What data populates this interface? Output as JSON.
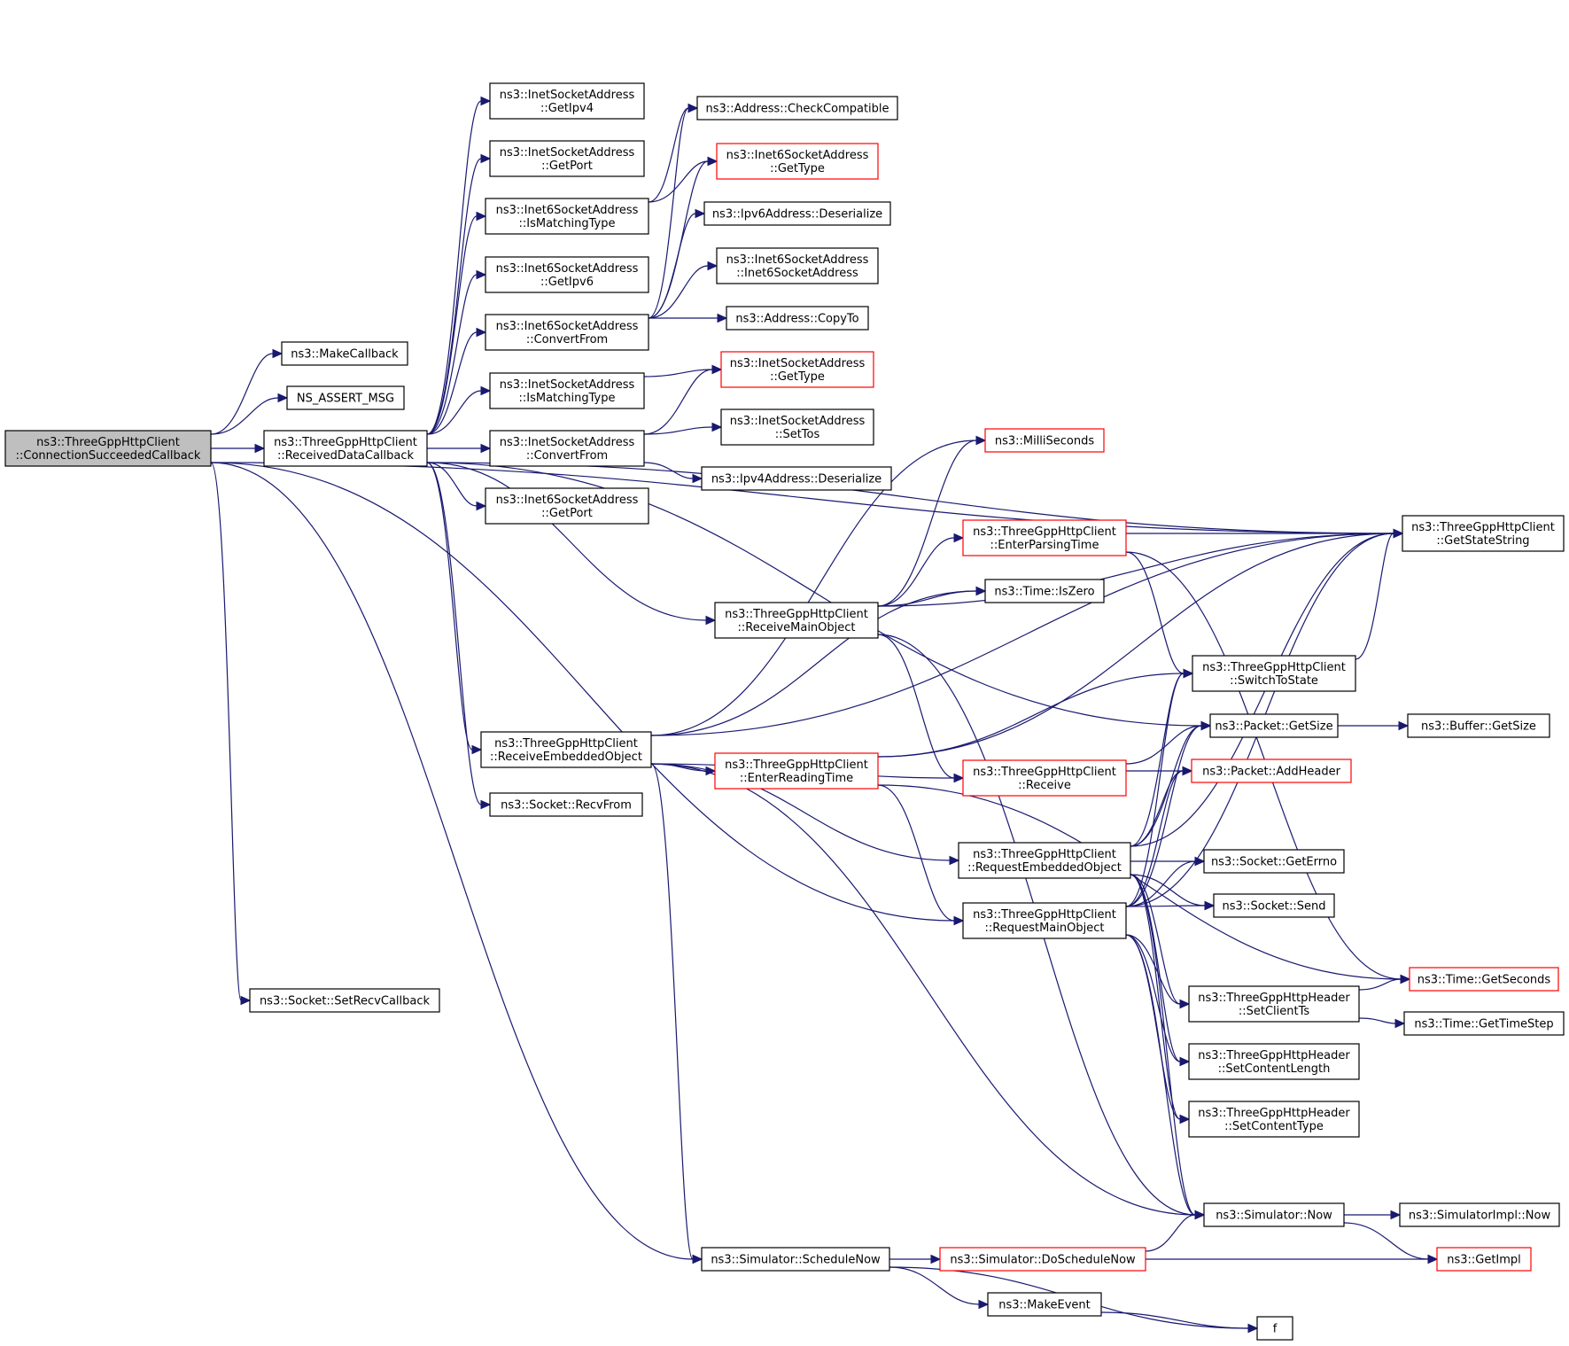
{
  "colors": {
    "edge": "#191970",
    "node_border": "#000000",
    "node_border_truncated": "#ff0000",
    "root_fill": "#bfbfbf",
    "node_fill": "#ffffff"
  },
  "nodes": [
    {
      "id": "root",
      "lines": [
        "ns3::ThreeGppHttpClient",
        "::ConnectionSucceededCallback"
      ],
      "style": "root"
    },
    {
      "id": "make-callback",
      "lines": [
        "ns3::MakeCallback"
      ],
      "style": "normal"
    },
    {
      "id": "ns-assert-msg",
      "lines": [
        "NS_ASSERT_MSG"
      ],
      "style": "normal"
    },
    {
      "id": "received-data-callback",
      "lines": [
        "ns3::ThreeGppHttpClient",
        "::ReceivedDataCallback"
      ],
      "style": "normal"
    },
    {
      "id": "set-recv-callback",
      "lines": [
        "ns3::Socket::SetRecvCallback"
      ],
      "style": "normal"
    },
    {
      "id": "inet-get-ipv4",
      "lines": [
        "ns3::InetSocketAddress",
        "::GetIpv4"
      ],
      "style": "normal"
    },
    {
      "id": "inet-get-port",
      "lines": [
        "ns3::InetSocketAddress",
        "::GetPort"
      ],
      "style": "normal"
    },
    {
      "id": "inet6-is-matching-type",
      "lines": [
        "ns3::Inet6SocketAddress",
        "::IsMatchingType"
      ],
      "style": "normal"
    },
    {
      "id": "inet6-get-ipv6",
      "lines": [
        "ns3::Inet6SocketAddress",
        "::GetIpv6"
      ],
      "style": "normal"
    },
    {
      "id": "inet6-convert-from",
      "lines": [
        "ns3::Inet6SocketAddress",
        "::ConvertFrom"
      ],
      "style": "normal"
    },
    {
      "id": "inet-is-matching-type",
      "lines": [
        "ns3::InetSocketAddress",
        "::IsMatchingType"
      ],
      "style": "normal"
    },
    {
      "id": "inet-convert-from",
      "lines": [
        "ns3::InetSocketAddress",
        "::ConvertFrom"
      ],
      "style": "normal"
    },
    {
      "id": "inet6-get-port",
      "lines": [
        "ns3::Inet6SocketAddress",
        "::GetPort"
      ],
      "style": "normal"
    },
    {
      "id": "address-check-compatible",
      "lines": [
        "ns3::Address::CheckCompatible"
      ],
      "style": "normal"
    },
    {
      "id": "inet6-get-type",
      "lines": [
        "ns3::Inet6SocketAddress",
        "::GetType"
      ],
      "style": "truncated"
    },
    {
      "id": "ipv6-deserialize",
      "lines": [
        "ns3::Ipv6Address::Deserialize"
      ],
      "style": "normal"
    },
    {
      "id": "inet6-ctor",
      "lines": [
        "ns3::Inet6SocketAddress",
        "::Inet6SocketAddress"
      ],
      "style": "normal"
    },
    {
      "id": "address-copy-to",
      "lines": [
        "ns3::Address::CopyTo"
      ],
      "style": "normal"
    },
    {
      "id": "inet-get-type",
      "lines": [
        "ns3::InetSocketAddress",
        "::GetType"
      ],
      "style": "truncated"
    },
    {
      "id": "inet-set-tos",
      "lines": [
        "ns3::InetSocketAddress",
        "::SetTos"
      ],
      "style": "normal"
    },
    {
      "id": "ipv4-deserialize",
      "lines": [
        "ns3::Ipv4Address::Deserialize"
      ],
      "style": "normal"
    },
    {
      "id": "milliseconds",
      "lines": [
        "ns3::MilliSeconds"
      ],
      "style": "truncated"
    },
    {
      "id": "enter-parsing-time",
      "lines": [
        "ns3::ThreeGppHttpClient",
        "::EnterParsingTime"
      ],
      "style": "truncated"
    },
    {
      "id": "time-is-zero",
      "lines": [
        "ns3::Time::IsZero"
      ],
      "style": "normal"
    },
    {
      "id": "receive-main-object",
      "lines": [
        "ns3::ThreeGppHttpClient",
        "::ReceiveMainObject"
      ],
      "style": "normal"
    },
    {
      "id": "get-state-string",
      "lines": [
        "ns3::ThreeGppHttpClient",
        "::GetStateString"
      ],
      "style": "normal"
    },
    {
      "id": "switch-to-state",
      "lines": [
        "ns3::ThreeGppHttpClient",
        "::SwitchToState"
      ],
      "style": "normal"
    },
    {
      "id": "packet-get-size",
      "lines": [
        "ns3::Packet::GetSize"
      ],
      "style": "normal"
    },
    {
      "id": "buffer-get-size",
      "lines": [
        "ns3::Buffer::GetSize"
      ],
      "style": "normal"
    },
    {
      "id": "receive-embedded-object",
      "lines": [
        "ns3::ThreeGppHttpClient",
        "::ReceiveEmbeddedObject"
      ],
      "style": "normal"
    },
    {
      "id": "enter-reading-time",
      "lines": [
        "ns3::ThreeGppHttpClient",
        "::EnterReadingTime"
      ],
      "style": "truncated"
    },
    {
      "id": "receive",
      "lines": [
        "ns3::ThreeGppHttpClient",
        "::Receive"
      ],
      "style": "truncated"
    },
    {
      "id": "packet-add-header",
      "lines": [
        "ns3::Packet::AddHeader"
      ],
      "style": "truncated"
    },
    {
      "id": "socket-recv-from",
      "lines": [
        "ns3::Socket::RecvFrom"
      ],
      "style": "normal"
    },
    {
      "id": "request-embedded-object",
      "lines": [
        "ns3::ThreeGppHttpClient",
        "::RequestEmbeddedObject"
      ],
      "style": "normal"
    },
    {
      "id": "socket-get-errno",
      "lines": [
        "ns3::Socket::GetErrno"
      ],
      "style": "normal"
    },
    {
      "id": "request-main-object",
      "lines": [
        "ns3::ThreeGppHttpClient",
        "::RequestMainObject"
      ],
      "style": "normal"
    },
    {
      "id": "socket-send",
      "lines": [
        "ns3::Socket::Send"
      ],
      "style": "normal"
    },
    {
      "id": "time-get-seconds",
      "lines": [
        "ns3::Time::GetSeconds"
      ],
      "style": "truncated"
    },
    {
      "id": "set-client-ts",
      "lines": [
        "ns3::ThreeGppHttpHeader",
        "::SetClientTs"
      ],
      "style": "normal"
    },
    {
      "id": "time-get-time-step",
      "lines": [
        "ns3::Time::GetTimeStep"
      ],
      "style": "normal"
    },
    {
      "id": "set-content-length",
      "lines": [
        "ns3::ThreeGppHttpHeader",
        "::SetContentLength"
      ],
      "style": "normal"
    },
    {
      "id": "set-content-type",
      "lines": [
        "ns3::ThreeGppHttpHeader",
        "::SetContentType"
      ],
      "style": "normal"
    },
    {
      "id": "simulator-now",
      "lines": [
        "ns3::Simulator::Now"
      ],
      "style": "normal"
    },
    {
      "id": "simulator-impl-now",
      "lines": [
        "ns3::SimulatorImpl::Now"
      ],
      "style": "normal"
    },
    {
      "id": "simulator-schedule-now",
      "lines": [
        "ns3::Simulator::ScheduleNow"
      ],
      "style": "normal"
    },
    {
      "id": "simulator-do-schedule-now",
      "lines": [
        "ns3::Simulator::DoScheduleNow"
      ],
      "style": "truncated"
    },
    {
      "id": "get-impl",
      "lines": [
        "ns3::GetImpl"
      ],
      "style": "truncated"
    },
    {
      "id": "make-event",
      "lines": [
        "ns3::MakeEvent"
      ],
      "style": "normal"
    },
    {
      "id": "f",
      "lines": [
        "f"
      ],
      "style": "normal"
    }
  ],
  "edges": [
    [
      "root",
      "make-callback"
    ],
    [
      "root",
      "ns-assert-msg"
    ],
    [
      "root",
      "received-data-callback"
    ],
    [
      "root",
      "set-recv-callback"
    ],
    [
      "root",
      "get-state-string"
    ],
    [
      "root",
      "request-main-object"
    ],
    [
      "root",
      "simulator-schedule-now"
    ],
    [
      "received-data-callback",
      "inet-get-ipv4"
    ],
    [
      "received-data-callback",
      "inet-get-port"
    ],
    [
      "received-data-callback",
      "inet6-is-matching-type"
    ],
    [
      "received-data-callback",
      "inet6-get-ipv6"
    ],
    [
      "received-data-callback",
      "inet6-convert-from"
    ],
    [
      "received-data-callback",
      "inet-is-matching-type"
    ],
    [
      "received-data-callback",
      "inet-convert-from"
    ],
    [
      "received-data-callback",
      "inet6-get-port"
    ],
    [
      "received-data-callback",
      "receive-main-object"
    ],
    [
      "received-data-callback",
      "receive-embedded-object"
    ],
    [
      "received-data-callback",
      "socket-recv-from"
    ],
    [
      "received-data-callback",
      "packet-get-size"
    ],
    [
      "received-data-callback",
      "get-state-string"
    ],
    [
      "inet6-is-matching-type",
      "address-check-compatible"
    ],
    [
      "inet6-is-matching-type",
      "inet6-get-type"
    ],
    [
      "inet6-convert-from",
      "address-check-compatible"
    ],
    [
      "inet6-convert-from",
      "inet6-get-type"
    ],
    [
      "inet6-convert-from",
      "ipv6-deserialize"
    ],
    [
      "inet6-convert-from",
      "inet6-ctor"
    ],
    [
      "inet6-convert-from",
      "address-copy-to"
    ],
    [
      "inet-is-matching-type",
      "inet-get-type"
    ],
    [
      "inet-convert-from",
      "inet-get-type"
    ],
    [
      "inet-convert-from",
      "inet-set-tos"
    ],
    [
      "inet-convert-from",
      "ipv4-deserialize"
    ],
    [
      "receive-main-object",
      "milliseconds"
    ],
    [
      "receive-main-object",
      "enter-parsing-time"
    ],
    [
      "receive-main-object",
      "time-is-zero"
    ],
    [
      "receive-main-object",
      "get-state-string"
    ],
    [
      "receive-main-object",
      "receive"
    ],
    [
      "receive-main-object",
      "simulator-now"
    ],
    [
      "enter-parsing-time",
      "get-state-string"
    ],
    [
      "enter-parsing-time",
      "switch-to-state"
    ],
    [
      "enter-parsing-time",
      "time-get-seconds"
    ],
    [
      "switch-to-state",
      "get-state-string"
    ],
    [
      "packet-get-size",
      "buffer-get-size"
    ],
    [
      "receive-embedded-object",
      "milliseconds"
    ],
    [
      "receive-embedded-object",
      "get-state-string"
    ],
    [
      "receive-embedded-object",
      "time-is-zero"
    ],
    [
      "receive-embedded-object",
      "enter-reading-time"
    ],
    [
      "receive-embedded-object",
      "receive"
    ],
    [
      "receive-embedded-object",
      "request-embedded-object"
    ],
    [
      "receive-embedded-object",
      "simulator-now"
    ],
    [
      "receive-embedded-object",
      "simulator-schedule-now"
    ],
    [
      "enter-reading-time",
      "switch-to-state"
    ],
    [
      "enter-reading-time",
      "get-state-string"
    ],
    [
      "enter-reading-time",
      "request-main-object"
    ],
    [
      "enter-reading-time",
      "time-get-seconds"
    ],
    [
      "receive",
      "packet-get-size"
    ],
    [
      "receive",
      "packet-add-header"
    ],
    [
      "request-embedded-object",
      "switch-to-state"
    ],
    [
      "request-embedded-object",
      "packet-get-size"
    ],
    [
      "request-embedded-object",
      "packet-add-header"
    ],
    [
      "request-embedded-object",
      "socket-get-errno"
    ],
    [
      "request-embedded-object",
      "socket-send"
    ],
    [
      "request-embedded-object",
      "set-client-ts"
    ],
    [
      "request-embedded-object",
      "set-content-length"
    ],
    [
      "request-embedded-object",
      "set-content-type"
    ],
    [
      "request-embedded-object",
      "simulator-now"
    ],
    [
      "request-embedded-object",
      "get-state-string"
    ],
    [
      "request-main-object",
      "switch-to-state"
    ],
    [
      "request-main-object",
      "packet-get-size"
    ],
    [
      "request-main-object",
      "packet-add-header"
    ],
    [
      "request-main-object",
      "socket-get-errno"
    ],
    [
      "request-main-object",
      "socket-send"
    ],
    [
      "request-main-object",
      "set-client-ts"
    ],
    [
      "request-main-object",
      "set-content-length"
    ],
    [
      "request-main-object",
      "set-content-type"
    ],
    [
      "request-main-object",
      "simulator-now"
    ],
    [
      "request-main-object",
      "get-state-string"
    ],
    [
      "set-client-ts",
      "time-get-seconds"
    ],
    [
      "set-client-ts",
      "time-get-time-step"
    ],
    [
      "simulator-now",
      "simulator-impl-now"
    ],
    [
      "simulator-now",
      "get-impl"
    ],
    [
      "simulator-schedule-now",
      "simulator-do-schedule-now"
    ],
    [
      "simulator-schedule-now",
      "make-event"
    ],
    [
      "simulator-schedule-now",
      "f"
    ],
    [
      "simulator-do-schedule-now",
      "simulator-now"
    ],
    [
      "simulator-do-schedule-now",
      "get-impl"
    ],
    [
      "make-event",
      "f"
    ]
  ]
}
